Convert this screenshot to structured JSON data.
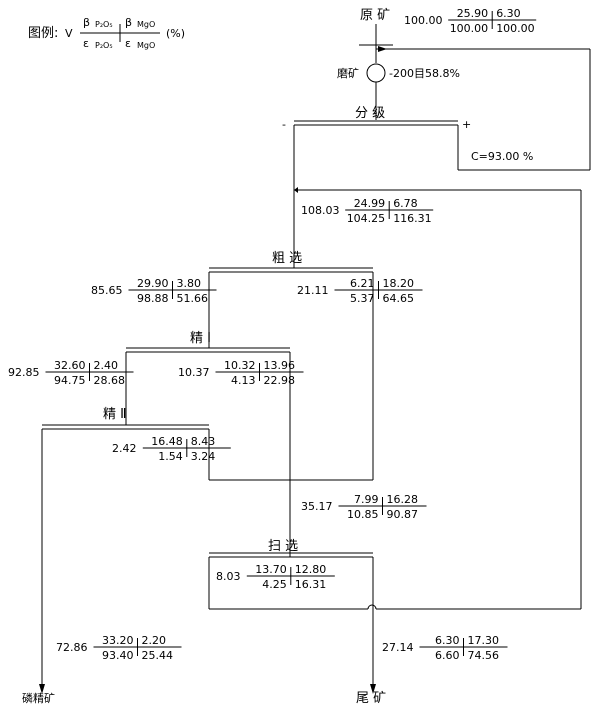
{
  "legend": {
    "label": "图例:",
    "v": "V",
    "top_left": "β",
    "top_left_sub": "P₂O₅",
    "top_right": "β",
    "top_right_sub": "MgO",
    "bot_left": "ε",
    "bot_left_sub": "P₂O₅",
    "bot_right": "ε",
    "bot_right_sub": "MgO",
    "unit": "(%)"
  },
  "stages": {
    "raw_ore": "原 矿",
    "grinding": "磨矿",
    "grinding_spec": "-200目58.8%",
    "classifying": "分  级",
    "classifier_circulating": "C=93.00 %",
    "minus": "-",
    "plus": "+",
    "rougher": "粗  选",
    "cleaner1": "精  Ⅰ",
    "cleaner2": "精  Ⅱ",
    "scavenger": "扫  选",
    "concentrate": "磷精矿",
    "tailings": "尾 矿"
  },
  "blocks": [
    {
      "id": "raw",
      "v": "100.00",
      "a": "25.90",
      "b": "6.30",
      "c": "100.00",
      "d": "100.00"
    },
    {
      "id": "feed",
      "v": "108.03",
      "a": "24.99",
      "b": "6.78",
      "c": "104.25",
      "d": "116.31"
    },
    {
      "id": "rougher-conc",
      "v": "85.65",
      "a": "29.90",
      "b": "3.80",
      "c": "98.88",
      "d": "51.66"
    },
    {
      "id": "rougher-tail",
      "v": "21.11",
      "a": "6.21",
      "b": "18.20",
      "c": "5.37",
      "d": "64.65"
    },
    {
      "id": "cleaner1-conc",
      "v": "92.85",
      "a": "32.60",
      "b": "2.40",
      "c": "94.75",
      "d": "28.68"
    },
    {
      "id": "cleaner1-tail",
      "v": "10.37",
      "a": "10.32",
      "b": "13.96",
      "c": "4.13",
      "d": "22.98"
    },
    {
      "id": "cleaner2-tail",
      "v": "2.42",
      "a": "16.48",
      "b": "8.43",
      "c": "1.54",
      "d": "3.24"
    },
    {
      "id": "scav-feed",
      "v": "35.17",
      "a": "7.99",
      "b": "16.28",
      "c": "10.85",
      "d": "90.87"
    },
    {
      "id": "scav-conc",
      "v": "8.03",
      "a": "13.70",
      "b": "12.80",
      "c": "4.25",
      "d": "16.31"
    },
    {
      "id": "final-conc",
      "v": "72.86",
      "a": "33.20",
      "b": "2.20",
      "c": "93.40",
      "d": "25.44"
    },
    {
      "id": "final-tail",
      "v": "27.14",
      "a": "6.30",
      "b": "17.30",
      "c": "6.60",
      "d": "74.56"
    }
  ]
}
